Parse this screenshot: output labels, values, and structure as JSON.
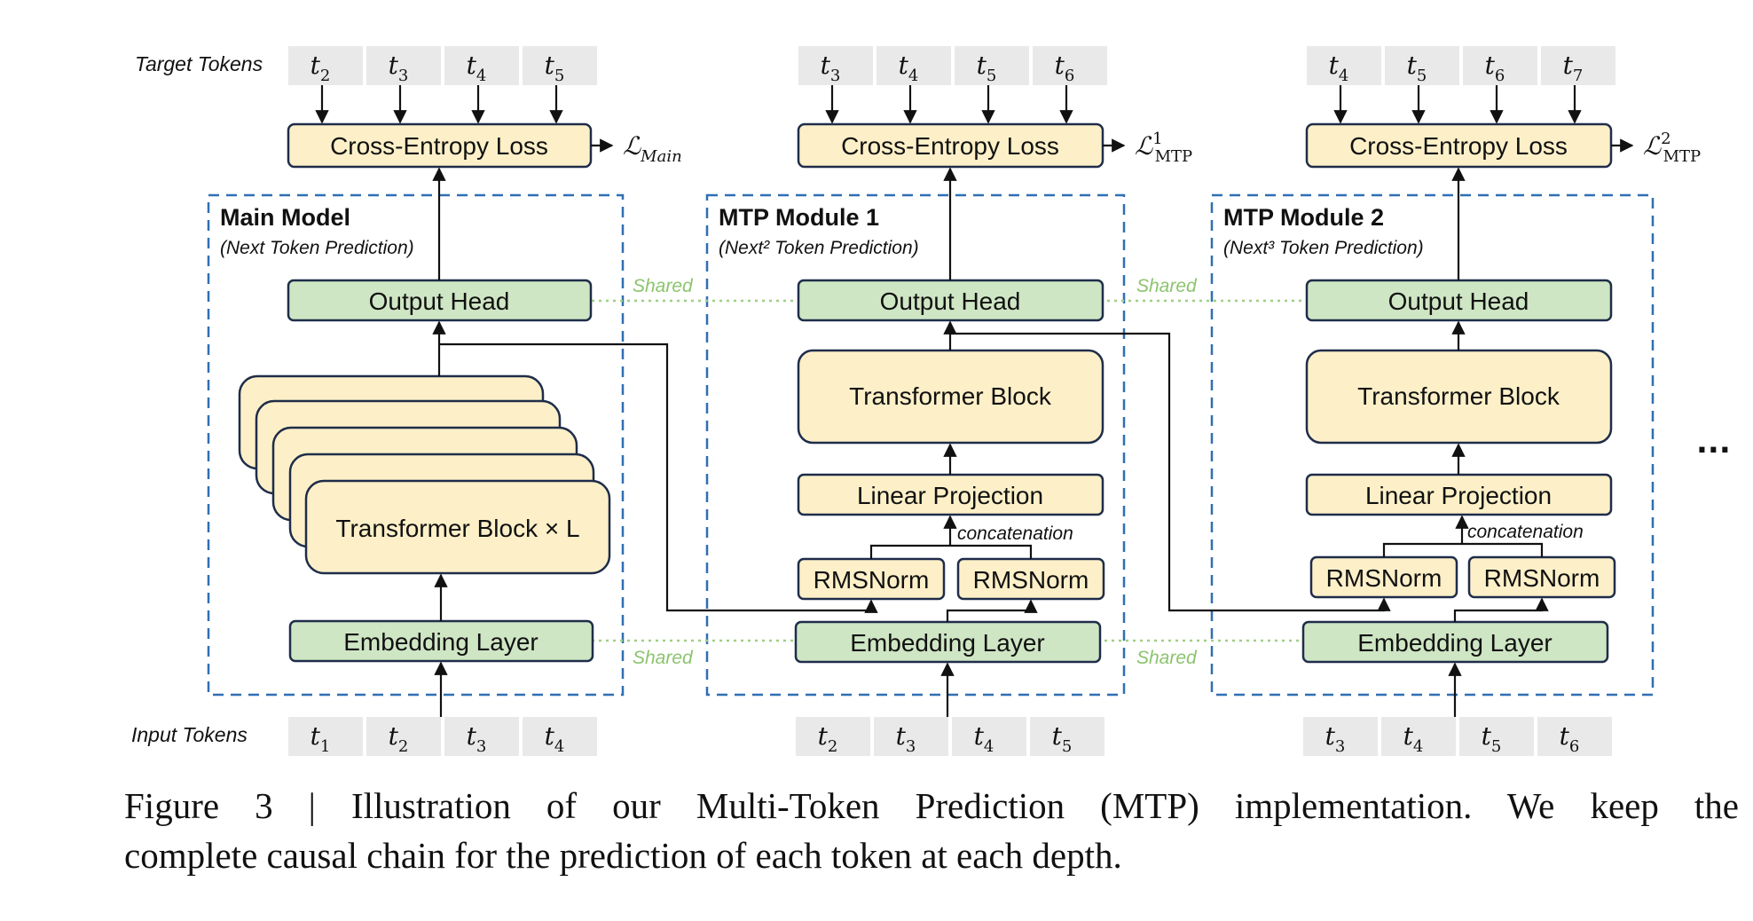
{
  "labels": {
    "target_tokens": "Target Tokens",
    "input_tokens": "Input Tokens",
    "shared": "Shared",
    "concatenation": "concatenation",
    "ellipsis": "..."
  },
  "columns": [
    {
      "title": "Main Model",
      "subtitle": "(Next Token Prediction)",
      "target_tokens": [
        {
          "base": "t",
          "sub": "2"
        },
        {
          "base": "t",
          "sub": "3"
        },
        {
          "base": "t",
          "sub": "4"
        },
        {
          "base": "t",
          "sub": "5"
        }
      ],
      "input_tokens": [
        {
          "base": "t",
          "sub": "1"
        },
        {
          "base": "t",
          "sub": "2"
        },
        {
          "base": "t",
          "sub": "3"
        },
        {
          "base": "t",
          "sub": "4"
        }
      ],
      "loss_label": "Cross-Entropy Loss",
      "loss_symbol": {
        "base": "ℒ",
        "sub": "Main",
        "sup": ""
      },
      "output_head": "Output Head",
      "transformer": "Transformer Block × L",
      "embedding": "Embedding Layer"
    },
    {
      "title": "MTP Module 1",
      "subtitle": "(Next² Token Prediction)",
      "target_tokens": [
        {
          "base": "t",
          "sub": "3"
        },
        {
          "base": "t",
          "sub": "4"
        },
        {
          "base": "t",
          "sub": "5"
        },
        {
          "base": "t",
          "sub": "6"
        }
      ],
      "input_tokens": [
        {
          "base": "t",
          "sub": "2"
        },
        {
          "base": "t",
          "sub": "3"
        },
        {
          "base": "t",
          "sub": "4"
        },
        {
          "base": "t",
          "sub": "5"
        }
      ],
      "loss_label": "Cross-Entropy Loss",
      "loss_symbol": {
        "base": "ℒ",
        "sub": "MTP",
        "sup": "1"
      },
      "output_head": "Output Head",
      "transformer": "Transformer Block",
      "linear": "Linear Projection",
      "rmsnorm": [
        "RMSNorm",
        "RMSNorm"
      ],
      "embedding": "Embedding Layer"
    },
    {
      "title": "MTP Module 2",
      "subtitle": "(Next³ Token Prediction)",
      "target_tokens": [
        {
          "base": "t",
          "sub": "4"
        },
        {
          "base": "t",
          "sub": "5"
        },
        {
          "base": "t",
          "sub": "6"
        },
        {
          "base": "t",
          "sub": "7"
        }
      ],
      "input_tokens": [
        {
          "base": "t",
          "sub": "3"
        },
        {
          "base": "t",
          "sub": "4"
        },
        {
          "base": "t",
          "sub": "5"
        },
        {
          "base": "t",
          "sub": "6"
        }
      ],
      "loss_label": "Cross-Entropy Loss",
      "loss_symbol": {
        "base": "ℒ",
        "sub": "MTP",
        "sup": "2"
      },
      "output_head": "Output Head",
      "transformer": "Transformer Block",
      "linear": "Linear Projection",
      "rmsnorm": [
        "RMSNorm",
        "RMSNorm"
      ],
      "embedding": "Embedding Layer"
    }
  ],
  "caption": {
    "line1": "Figure 3 | Illustration of our Multi-Token Prediction (MTP) implementation. We keep the",
    "line2": "complete causal chain for the prediction of each token at each depth."
  },
  "colors": {
    "block_fill": "#fdf0c8",
    "green_fill": "#cfe6c4",
    "dashed_border": "#2f6fb3",
    "shared_text": "#8cc46e",
    "token_fill": "#e9e9e9"
  }
}
